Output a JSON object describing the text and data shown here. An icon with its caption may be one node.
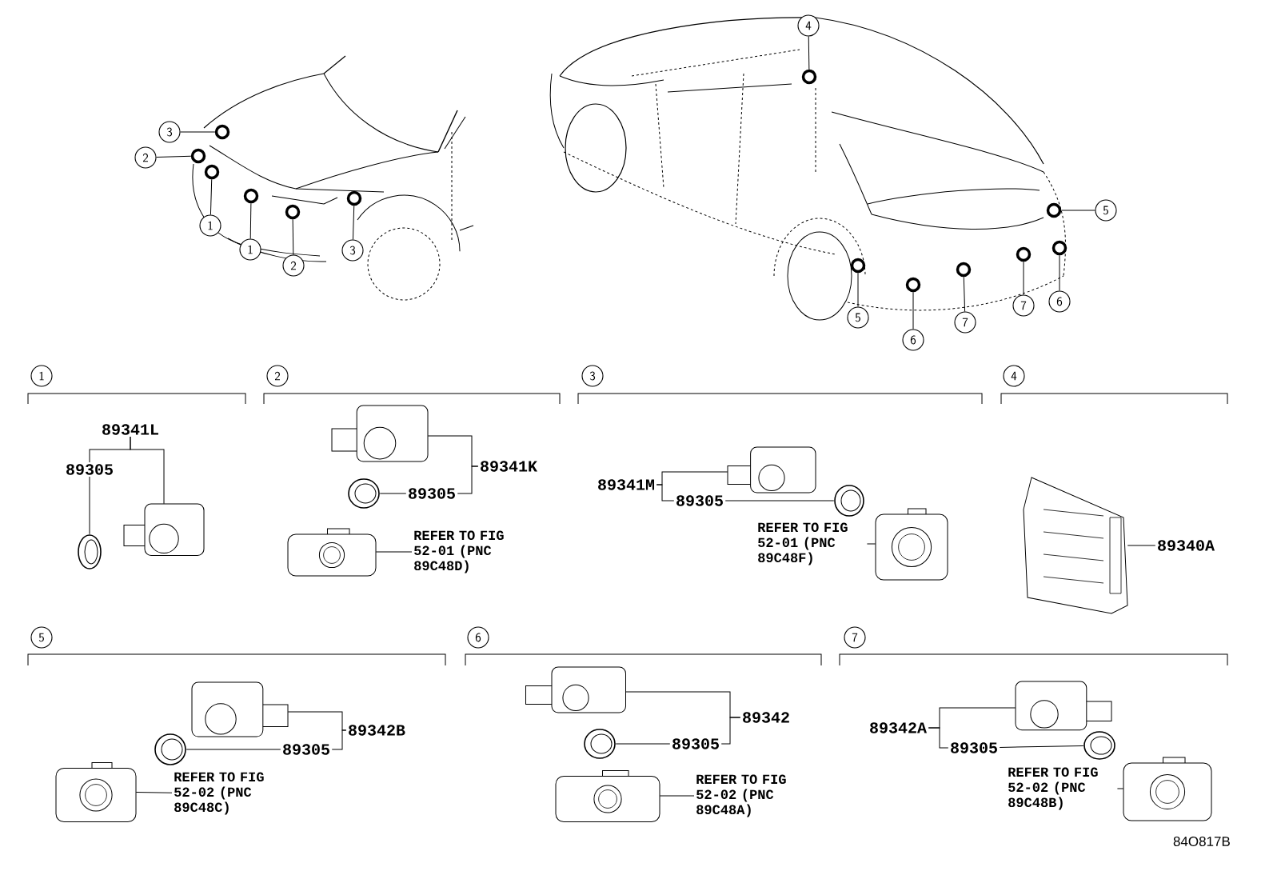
{
  "diagram": {
    "nodes": [
      {
        "text": [
          "3"
        ]
      },
      {
        "text": [],
        "shape": "circle"
      },
      {
        "text": [
          "2"
        ]
      },
      {
        "text": [],
        "shape": "circle"
      },
      {
        "text": [],
        "shape": "circle"
      },
      {
        "text": [
          "1"
        ]
      },
      {
        "text": [],
        "shape": "circle"
      },
      {
        "text": [
          "1"
        ]
      },
      {
        "text": [],
        "shape": "circle"
      },
      {
        "text": [
          "2"
        ]
      },
      {
        "text": [],
        "shape": "circle"
      },
      {
        "text": [
          "3"
        ]
      },
      {
        "text": [
          "4"
        ]
      },
      {
        "text": [],
        "shape": "circle"
      },
      {
        "text": [],
        "shape": "circle"
      },
      {
        "text": [
          "5"
        ]
      },
      {
        "text": [],
        "shape": "circle"
      },
      {
        "text": [
          "5"
        ]
      },
      {
        "text": [],
        "shape": "circle"
      },
      {
        "text": [
          "6"
        ]
      },
      {
        "text": [],
        "shape": "circle"
      },
      {
        "text": [
          "7"
        ]
      },
      {
        "text": [],
        "shape": "circle"
      },
      {
        "text": [
          "7"
        ]
      },
      {
        "text": [],
        "shape": "circle"
      },
      {
        "text": [
          "6"
        ]
      },
      {
        "text": [
          "1"
        ]
      },
      {
        "text": [
          "89341L"
        ]
      },
      {
        "text": [
          "89305"
        ]
      },
      {
        "text": [],
        "shape": "picture"
      },
      {
        "text": [],
        "shape": "picture"
      },
      {
        "text": [
          "2"
        ]
      },
      {
        "text": [],
        "shape": "picture"
      },
      {
        "text": [
          "89341K"
        ]
      },
      {
        "text": [],
        "shape": "picture"
      },
      {
        "text": [
          "89305"
        ]
      },
      {
        "text": [],
        "shape": "picture"
      },
      {
        "text": [
          "REFER TO FIG 52-01 (PNC 89C48D)"
        ]
      },
      {
        "text": [
          "3"
        ]
      },
      {
        "text": [
          "89341M"
        ]
      },
      {
        "text": [],
        "shape": "picture"
      },
      {
        "text": [
          "89305"
        ]
      },
      {
        "text": [],
        "shape": "picture"
      },
      {
        "text": [],
        "shape": "picture"
      },
      {
        "text": [
          "REFER TO FIG 52-01 (PNC 89C48F)"
        ]
      },
      {
        "text": [
          "4"
        ]
      },
      {
        "text": [],
        "shape": "picture"
      },
      {
        "text": [
          "89340A"
        ]
      },
      {
        "text": [
          "5"
        ]
      },
      {
        "text": [],
        "shape": "picture"
      },
      {
        "text": [
          "89342B"
        ]
      },
      {
        "text": [],
        "shape": "picture"
      },
      {
        "text": [
          "89305"
        ]
      },
      {
        "text": [],
        "shape": "picture"
      },
      {
        "text": [
          "REFER TO FIG 52-02 (PNC 89C48C)"
        ]
      },
      {
        "text": [
          "6"
        ]
      },
      {
        "text": [],
        "shape": "picture"
      },
      {
        "text": [
          "89342"
        ]
      },
      {
        "text": [],
        "shape": "picture"
      },
      {
        "text": [
          "89305"
        ]
      },
      {
        "text": [],
        "shape": "picture"
      },
      {
        "text": [
          "REFER TO FIG 52-02 (PNC 89C48A)"
        ]
      },
      {
        "text": [
          "7"
        ]
      },
      {
        "text": [
          "89342A"
        ]
      },
      {
        "text": [],
        "shape": "picture"
      },
      {
        "text": [
          "89305"
        ]
      },
      {
        "text": [],
        "shape": "picture"
      },
      {
        "text": [],
        "shape": "picture"
      },
      {
        "text": [
          "REFER TO FIG 52-02 (PNC 89C48B)"
        ]
      }
    ],
    "edges": [
      {
        "from": 0,
        "to": 1,
        "arrow": "none"
      },
      {
        "from": 2,
        "to": 3,
        "arrow": "none"
      },
      {
        "from": 5,
        "to": 4,
        "arrow": "none"
      },
      {
        "from": 7,
        "to": 6,
        "arrow": "none"
      },
      {
        "from": 9,
        "to": 8,
        "arrow": "none"
      },
      {
        "from": 11,
        "to": 10,
        "arrow": "none"
      },
      {
        "from": 12,
        "to": 13,
        "arrow": "none"
      },
      {
        "from": 15,
        "to": 14,
        "arrow": "none"
      },
      {
        "from": 17,
        "to": 16,
        "arrow": "none"
      },
      {
        "from": 19,
        "to": 18,
        "arrow": "none"
      },
      {
        "from": 21,
        "to": 20,
        "arrow": "none"
      },
      {
        "from": 23,
        "to": 22,
        "arrow": "none"
      },
      {
        "from": 25,
        "to": 24,
        "arrow": "none"
      },
      {
        "from": 27,
        "to": 28,
        "arrow": "none"
      },
      {
        "from": 27,
        "to": 30,
        "arrow": "none"
      },
      {
        "from": 28,
        "to": 29,
        "arrow": "none"
      },
      {
        "from": 33,
        "to": 32,
        "arrow": "none"
      },
      {
        "from": 33,
        "to": 35,
        "arrow": "none"
      },
      {
        "from": 35,
        "to": 34,
        "arrow": "none"
      },
      {
        "from": 37,
        "to": 36,
        "arrow": "none"
      },
      {
        "from": 39,
        "to": 40,
        "arrow": "none"
      },
      {
        "from": 39,
        "to": 41,
        "arrow": "none"
      },
      {
        "from": 41,
        "to": 42,
        "arrow": "none"
      },
      {
        "from": 44,
        "to": 43,
        "arrow": "none"
      },
      {
        "from": 47,
        "to": 46,
        "arrow": "none"
      },
      {
        "from": 50,
        "to": 49,
        "arrow": "none"
      },
      {
        "from": 50,
        "to": 52,
        "arrow": "none"
      },
      {
        "from": 52,
        "to": 51,
        "arrow": "none"
      },
      {
        "from": 54,
        "to": 53,
        "arrow": "none"
      },
      {
        "from": 57,
        "to": 56,
        "arrow": "none"
      },
      {
        "from": 57,
        "to": 59,
        "arrow": "none"
      },
      {
        "from": 59,
        "to": 58,
        "arrow": "none"
      },
      {
        "from": 61,
        "to": 60,
        "arrow": "none"
      },
      {
        "from": 63,
        "to": 64,
        "arrow": "none"
      },
      {
        "from": 63,
        "to": 65,
        "arrow": "none"
      },
      {
        "from": 65,
        "to": 66,
        "arrow": "none"
      },
      {
        "from": 68,
        "to": 67,
        "arrow": "none"
      }
    ],
    "labels": [
      "84O817B"
    ]
  }
}
